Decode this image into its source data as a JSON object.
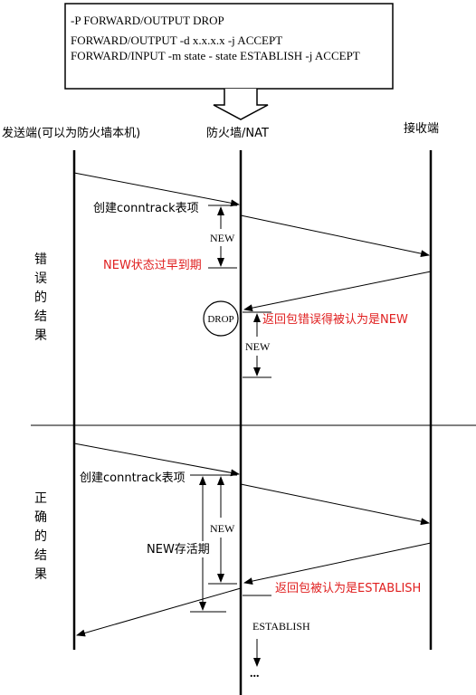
{
  "rules_box": {
    "lines": [
      "-P FORWARD/OUTPUT DROP",
      "FORWARD/OUTPUT -d x.x.x.x -j ACCEPT",
      "FORWARD/INPUT -m state  - state ESTABLISH -j ACCEPT"
    ]
  },
  "columns": {
    "sender": "发送端(可以为防火墙本机)",
    "firewall": "防火墙/NAT",
    "receiver": "接收端"
  },
  "wrong_section": {
    "side_label": [
      "错",
      "误",
      "的",
      "结",
      "果"
    ],
    "create_label": "创建conntrack表项",
    "new_label_1": "NEW",
    "expire_label": "NEW状态过早到期",
    "drop_label": "DROP",
    "misjudge_label": "返回包错误得被认为是NEW",
    "new_label_2": "NEW"
  },
  "right_section": {
    "side_label": [
      "正",
      "确",
      "的",
      "结",
      "果"
    ],
    "create_label": "创建conntrack表项",
    "new_label": "NEW",
    "lifetime_label": "NEW存活期",
    "establish_note": "返回包被认为是ESTABLISH",
    "establish_label": "ESTABLISH",
    "ellipsis": "..."
  },
  "colors": {
    "line": "#000000",
    "highlight": "#e02020"
  }
}
